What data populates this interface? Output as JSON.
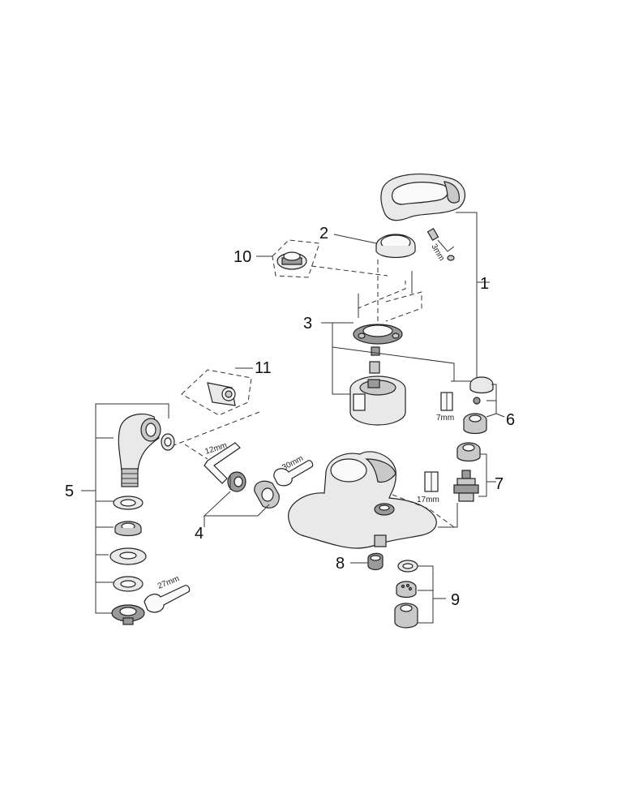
{
  "part_numbers": {
    "p1": "1",
    "p2": "2",
    "p3": "3",
    "p4": "4",
    "p5": "5",
    "p6": "6",
    "p7": "7",
    "p8": "8",
    "p9": "9",
    "p10": "10",
    "p11": "11"
  },
  "tool_sizes": {
    "hex_3mm": "3mm",
    "hex_12mm": "12mm",
    "wrench_30mm": "30mm",
    "socket_7mm": "7mm",
    "socket_17mm": "17mm",
    "wrench_27mm": "27mm"
  }
}
